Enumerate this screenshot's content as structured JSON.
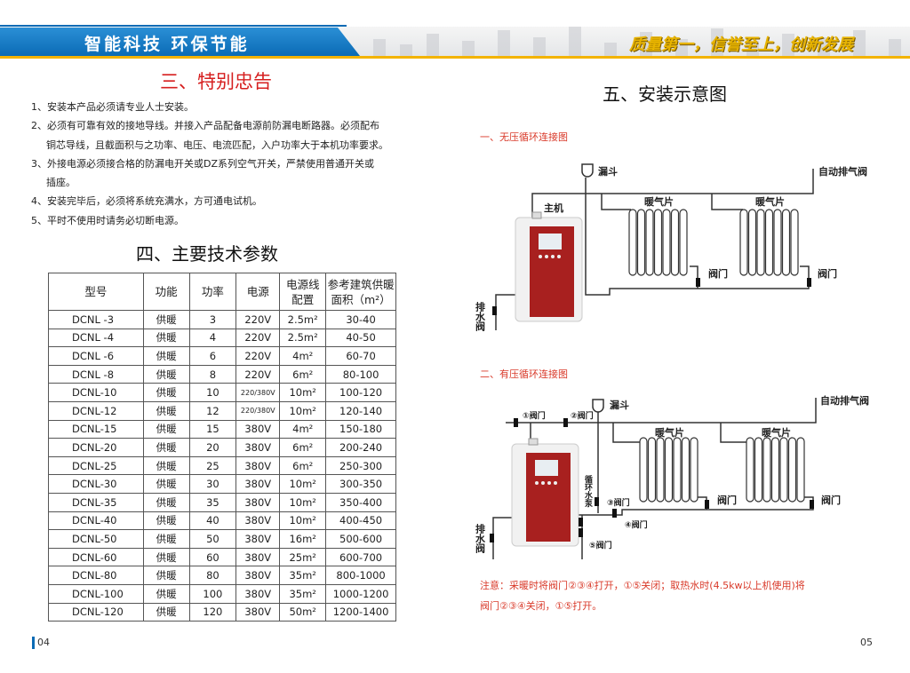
{
  "header": {
    "slogan_left": "智能科技 环保节能",
    "slogan_right": "质量第一，信誉至上，创新发展",
    "colors": {
      "blue": "#0b6bb5",
      "gold": "#f3b300"
    }
  },
  "left_page": {
    "warnings_title": "三、特别忠告",
    "warnings": [
      "1、安装本产品必须请专业人士安装。",
      "2、必须有可靠有效的接地导线。并接入产品配备电源前防漏电断路器。必须配布",
      "铜芯导线，且截面积与之功率、电压、电流匹配，入户功率大于本机功率要求。",
      "3、外接电源必须接合格的防漏电开关或DZ系列空气开关，严禁使用普通开关或",
      "插座。",
      "4、安装完毕后，必须将系统充满水，方可通电试机。",
      "5、平时不使用时请务必切断电源。"
    ],
    "params_title": "四、主要技术参数",
    "table": {
      "headers": [
        "型号",
        "功能",
        "功率",
        "电源",
        "电源线\n配置",
        "参考建筑供暖\n面积（m²）"
      ],
      "rows": [
        [
          "DCNL -3",
          "供暖",
          "3",
          "220V",
          "2.5m²",
          "30-40"
        ],
        [
          "DCNL -4",
          "供暖",
          "4",
          "220V",
          "2.5m²",
          "40-50"
        ],
        [
          "DCNL -6",
          "供暖",
          "6",
          "220V",
          "4m²",
          "60-70"
        ],
        [
          "DCNL -8",
          "供暖",
          "8",
          "220V",
          "6m²",
          "80-100"
        ],
        [
          "DCNL-10",
          "供暖",
          "10",
          "220/380V",
          "10m²",
          "100-120"
        ],
        [
          "DCNL-12",
          "供暖",
          "12",
          "220/380V",
          "10m²",
          "120-140"
        ],
        [
          "DCNL-15",
          "供暖",
          "15",
          "380V",
          "4m²",
          "150-180"
        ],
        [
          "DCNL-20",
          "供暖",
          "20",
          "380V",
          "6m²",
          "200-240"
        ],
        [
          "DCNL-25",
          "供暖",
          "25",
          "380V",
          "6m²",
          "250-300"
        ],
        [
          "DCNL-30",
          "供暖",
          "30",
          "380V",
          "10m²",
          "300-350"
        ],
        [
          "DCNL-35",
          "供暖",
          "35",
          "380V",
          "10m²",
          "350-400"
        ],
        [
          "DCNL-40",
          "供暖",
          "40",
          "380V",
          "10m²",
          "400-450"
        ],
        [
          "DCNL-50",
          "供暖",
          "50",
          "380V",
          "16m²",
          "500-600"
        ],
        [
          "DCNL-60",
          "供暖",
          "60",
          "380V",
          "25m²",
          "600-700"
        ],
        [
          "DCNL-80",
          "供暖",
          "80",
          "380V",
          "35m²",
          "800-1000"
        ],
        [
          "DCNL-100",
          "供暖",
          "100",
          "380V",
          "35m²",
          "1000-1200"
        ],
        [
          "DCNL-120",
          "供暖",
          "120",
          "380V",
          "50m²",
          "1200-1400"
        ]
      ]
    },
    "page_number": "04"
  },
  "right_page": {
    "title": "五、安装示意图",
    "diagram1": {
      "title": "一、无压循环连接图",
      "funnel": "漏斗",
      "air_valve": "自动排气阀",
      "host": "主机",
      "radiator": "暖气片",
      "valve": "阀门",
      "drain_valve": "排水阀"
    },
    "diagram2": {
      "title": "二、有压循环连接图",
      "funnel": "漏斗",
      "air_valve": "自动排气阀",
      "radiator": "暖气片",
      "valve": "阀门",
      "valve1": "①阀门",
      "valve2": "②阀门",
      "valve3": "③阀门",
      "valve4": "④阀门",
      "valve5": "⑤阀门",
      "pump": "循环水泵",
      "drain_valve": "排水阀"
    },
    "note_line1": "注意：采暖时将阀门②③④打开，①⑤关闭；取热水时(4.5kw以上机使用)将",
    "note_line2": "阀门②③④关闭，①⑤打开。",
    "page_number": "05"
  }
}
